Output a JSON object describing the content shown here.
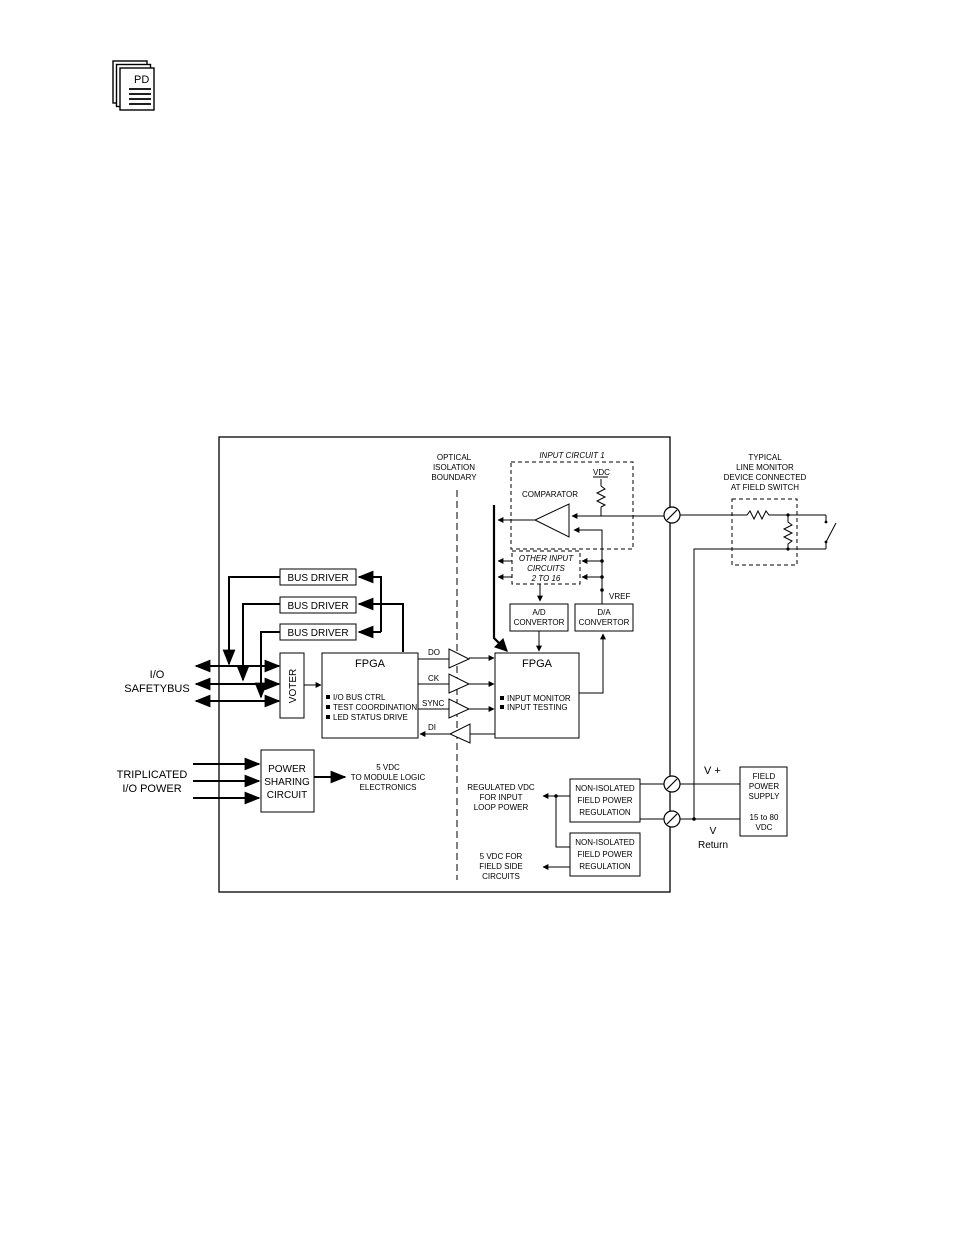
{
  "doc_icon": {
    "icon": "page-stack-icon",
    "label": "PD"
  },
  "diagram": {
    "optical_isolation": [
      "OPTICAL",
      "ISOLATION",
      "BOUNDARY"
    ],
    "input_circuit_title": "INPUT CIRCUIT 1",
    "vdc": "VDC",
    "comparator": "COMPARATOR",
    "other_inputs": [
      "OTHER INPUT",
      "CIRCUITS",
      "2 TO 16"
    ],
    "vref": "VREF",
    "ad_converter": [
      "A/D",
      "CONVERTOR"
    ],
    "da_converter": [
      "D/A",
      "CONVERTOR"
    ],
    "bus_driver_1": "BUS DRIVER",
    "bus_driver_2": "BUS DRIVER",
    "bus_driver_3": "BUS DRIVER",
    "io_safetybus": [
      "I/O",
      "SAFETYBUS"
    ],
    "voter": "VOTER",
    "fpga_left": {
      "title": "FPGA",
      "items": [
        "I/O BUS CTRL",
        "TEST COORDINATION",
        "LED STATUS DRIVE"
      ]
    },
    "signals": {
      "do": "DO",
      "ck": "CK",
      "sync": "SYNC",
      "di": "DI"
    },
    "fpga_right": {
      "title": "FPGA",
      "items": [
        "INPUT MONITOR",
        "INPUT TESTING"
      ]
    },
    "triplicated_power": [
      "TRIPLICATED",
      "I/O POWER"
    ],
    "power_sharing": [
      "POWER",
      "SHARING",
      "CIRCUIT"
    ],
    "module_logic": [
      "5 VDC",
      "TO MODULE LOGIC",
      "ELECTRONICS"
    ],
    "regulated_vdc": [
      "REGULATED VDC",
      "FOR INPUT",
      "LOOP POWER"
    ],
    "field_side_vdc": [
      "5 VDC FOR",
      "FIELD SIDE",
      "CIRCUITS"
    ],
    "non_isolated_1": [
      "NON-ISOLATED",
      "FIELD POWER",
      "REGULATION"
    ],
    "non_isolated_2": [
      "NON-ISOLATED",
      "FIELD POWER",
      "REGULATION"
    ],
    "typical_device": [
      "TYPICAL",
      "LINE MONITOR",
      "DEVICE CONNECTED",
      "AT FIELD SWITCH"
    ],
    "v_plus": "V +",
    "v_return": [
      "V",
      "Return"
    ],
    "field_supply": [
      "FIELD",
      "POWER",
      "SUPPLY",
      "15 to 80",
      "VDC"
    ]
  }
}
